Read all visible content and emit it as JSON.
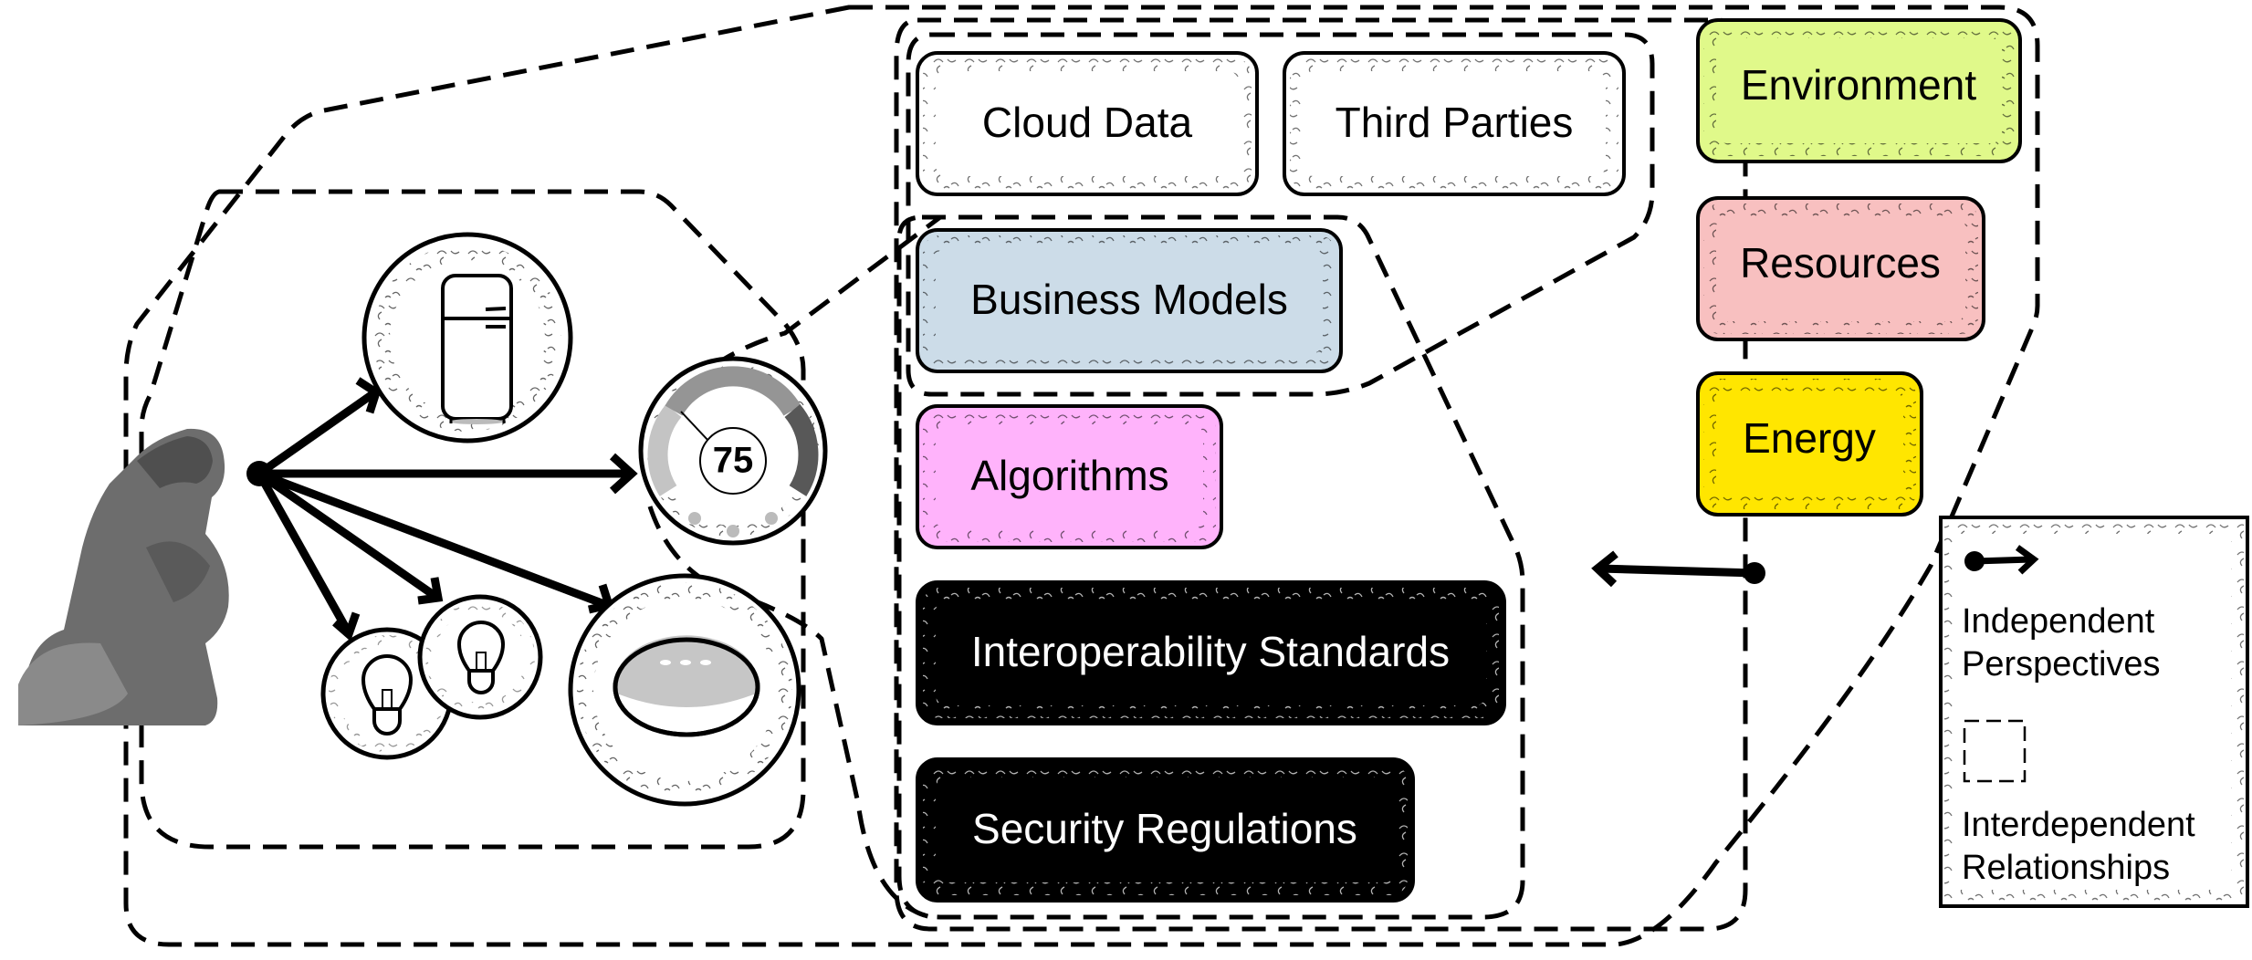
{
  "diagram": {
    "title": "",
    "colors": {
      "environment": "#e0f98a",
      "resources": "#f8c0c0",
      "energy": "#ffe600",
      "business_models": "#ccdce8",
      "algorithms": "#ffb3fb",
      "interoperability": "#000000",
      "security": "#000000",
      "cloud_data": "#ffffff",
      "third_parties": "#ffffff"
    },
    "actor": {
      "icon": "thinker-statue-icon",
      "label": ""
    },
    "devices": [
      {
        "id": "fridge",
        "icon": "refrigerator-icon"
      },
      {
        "id": "thermostat",
        "icon": "thermostat-icon",
        "reading": "75"
      },
      {
        "id": "bulb-1",
        "icon": "lightbulb-icon"
      },
      {
        "id": "bulb-2",
        "icon": "lightbulb-icon"
      },
      {
        "id": "smart-speaker",
        "icon": "smart-speaker-icon"
      }
    ],
    "boxes": {
      "cloud_data": "Cloud Data",
      "third_parties": "Third Parties",
      "business_models": "Business Models",
      "algorithms": "Algorithms",
      "interoperability": "Interoperability Standards",
      "security": "Security Regulations",
      "environment": "Environment",
      "resources": "Resources",
      "energy": "Energy"
    },
    "legend": {
      "independent_line1": "Independent",
      "independent_line2": "Perspectives",
      "interdependent_line1": "Interdependent",
      "interdependent_line2": "Relationships"
    }
  }
}
